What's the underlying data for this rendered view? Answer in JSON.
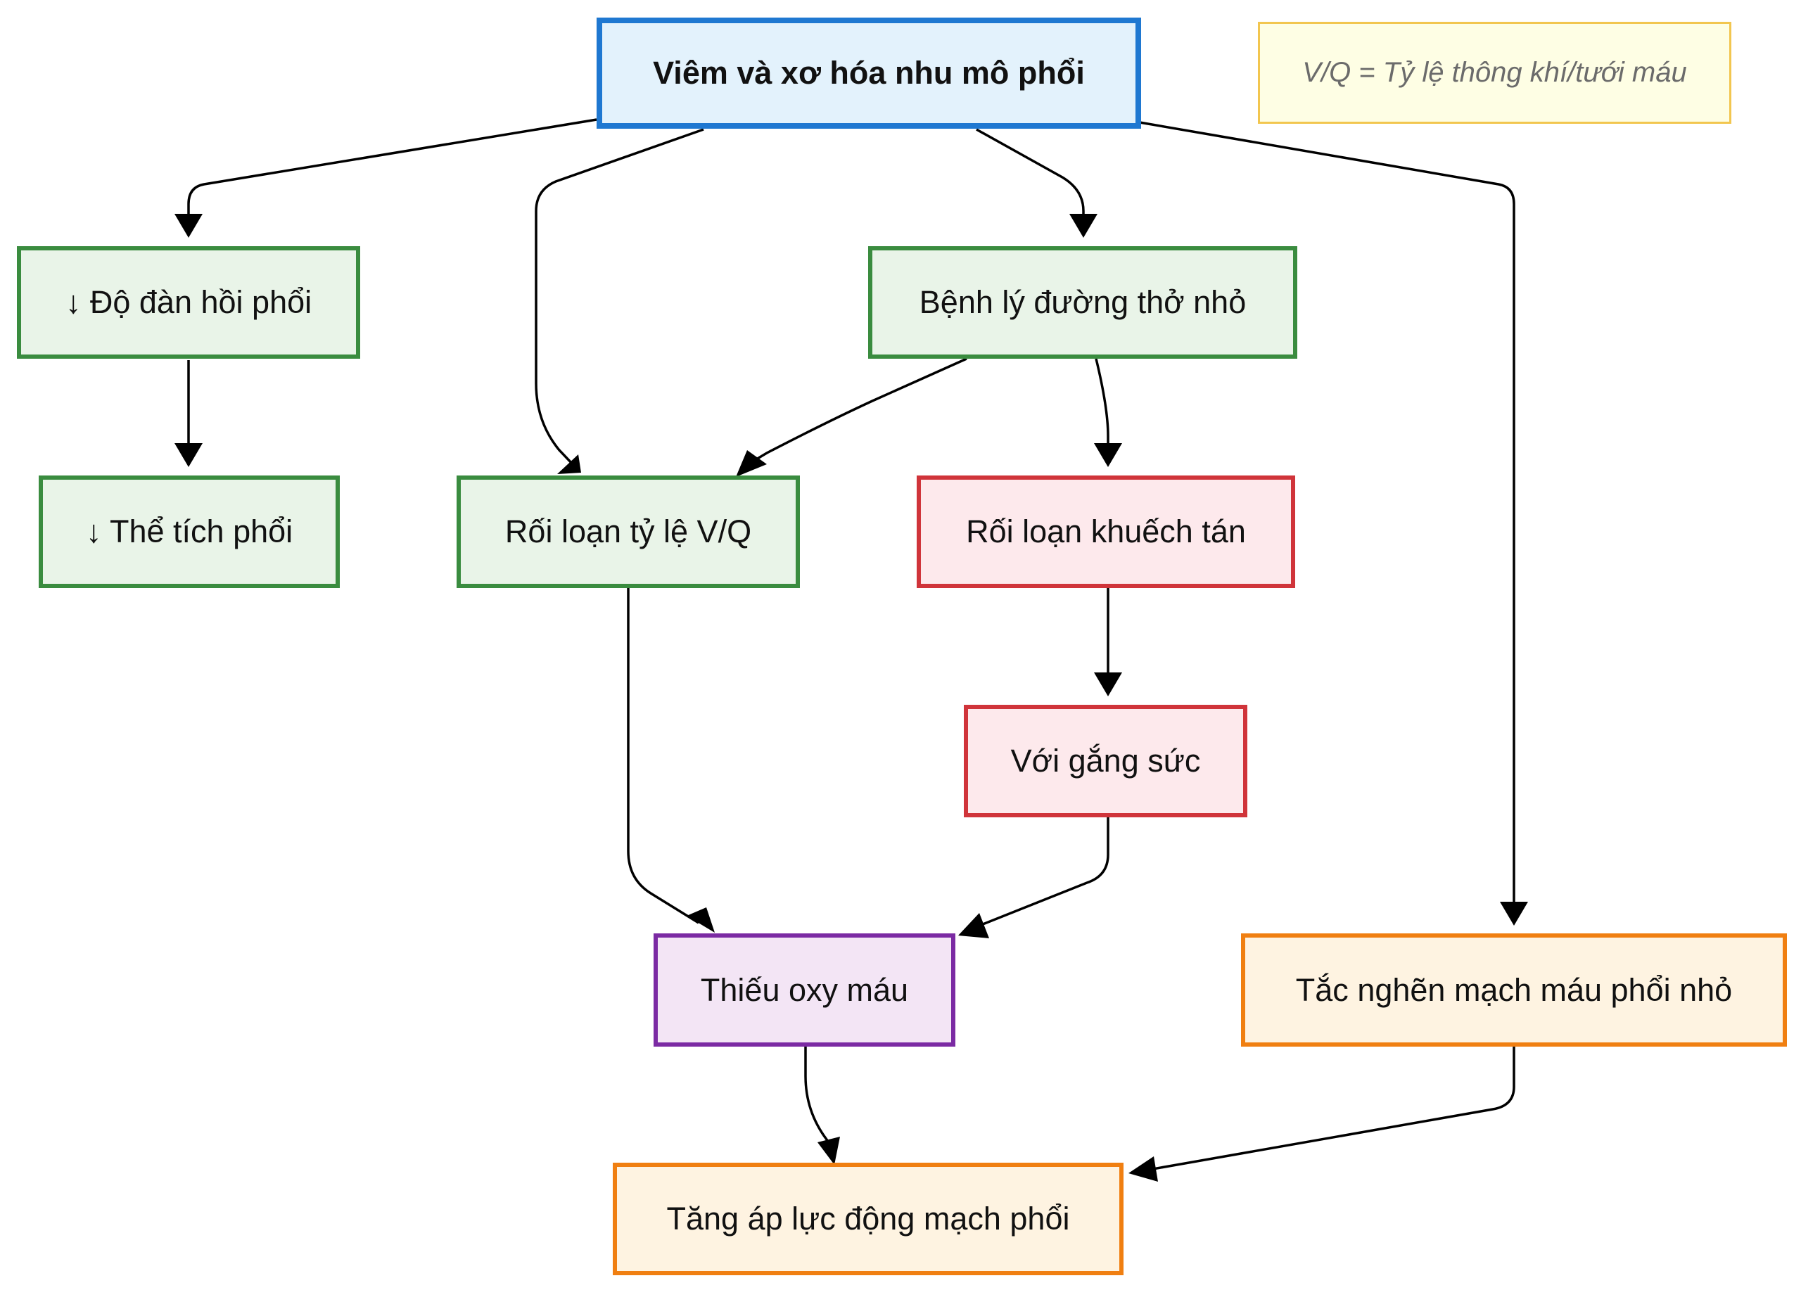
{
  "nodes": {
    "root": "Viêm và xơ hóa nhu mô phổi",
    "elasticity": "↓ Độ đàn hồi phổi",
    "small_airway": "Bệnh lý đường thở nhỏ",
    "volume": "↓ Thể tích phổi",
    "vq": "Rối loạn tỷ lệ V/Q",
    "diffusion": "Rối loạn khuếch tán",
    "exertion": "Với gắng sức",
    "hypoxemia": "Thiếu oxy máu",
    "vessel_obstruction": "Tắc nghẽn mạch máu phổi nhỏ",
    "pulmonary_hypertension": "Tăng áp lực động mạch phổi"
  },
  "note": "V/Q = Tỷ lệ thông khí/tưới máu",
  "colors": {
    "root_fill": "#e3f2fc",
    "root_border": "#1f78d1",
    "green_fill": "#e9f4e8",
    "green_border": "#3a8c3f",
    "red_fill": "#fde9ec",
    "red_border": "#d0343a",
    "purple_fill": "#f3e5f5",
    "purple_border": "#7b2aa3",
    "orange_fill": "#fef3e1",
    "orange_border": "#f07f11",
    "note_fill": "#fefee4",
    "note_border": "#f2c64f",
    "edge": "#000000"
  },
  "edges": [
    {
      "from": "root",
      "to": "elasticity"
    },
    {
      "from": "root",
      "to": "vq"
    },
    {
      "from": "root",
      "to": "small_airway"
    },
    {
      "from": "root",
      "to": "vessel_obstruction"
    },
    {
      "from": "elasticity",
      "to": "volume"
    },
    {
      "from": "small_airway",
      "to": "vq"
    },
    {
      "from": "small_airway",
      "to": "diffusion"
    },
    {
      "from": "diffusion",
      "to": "exertion"
    },
    {
      "from": "vq",
      "to": "hypoxemia"
    },
    {
      "from": "exertion",
      "to": "hypoxemia"
    },
    {
      "from": "hypoxemia",
      "to": "pulmonary_hypertension"
    },
    {
      "from": "vessel_obstruction",
      "to": "pulmonary_hypertension"
    }
  ]
}
